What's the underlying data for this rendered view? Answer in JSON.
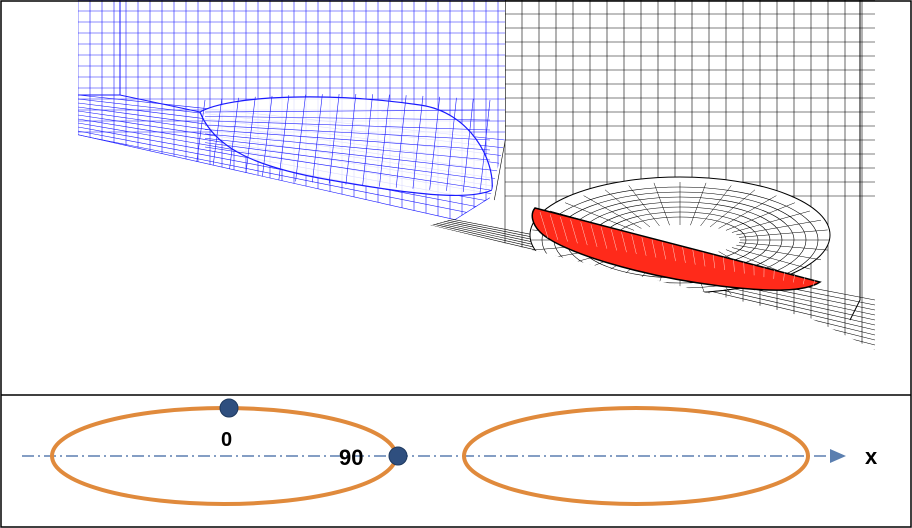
{
  "colors": {
    "blue_mesh": "#1a1aff",
    "black_mesh": "#000000",
    "crack_fill": "#ff2a1a",
    "ellipse_outline": "#e08a3c",
    "dot": "#2f4f7f",
    "axis": "#5b7fb0",
    "border": "#000000"
  },
  "icons": {
    "arrow": "triangle-arrow",
    "points": "filled-circle"
  },
  "labels": {
    "angle_top": "0",
    "angle_side": "90",
    "axis": "x"
  }
}
